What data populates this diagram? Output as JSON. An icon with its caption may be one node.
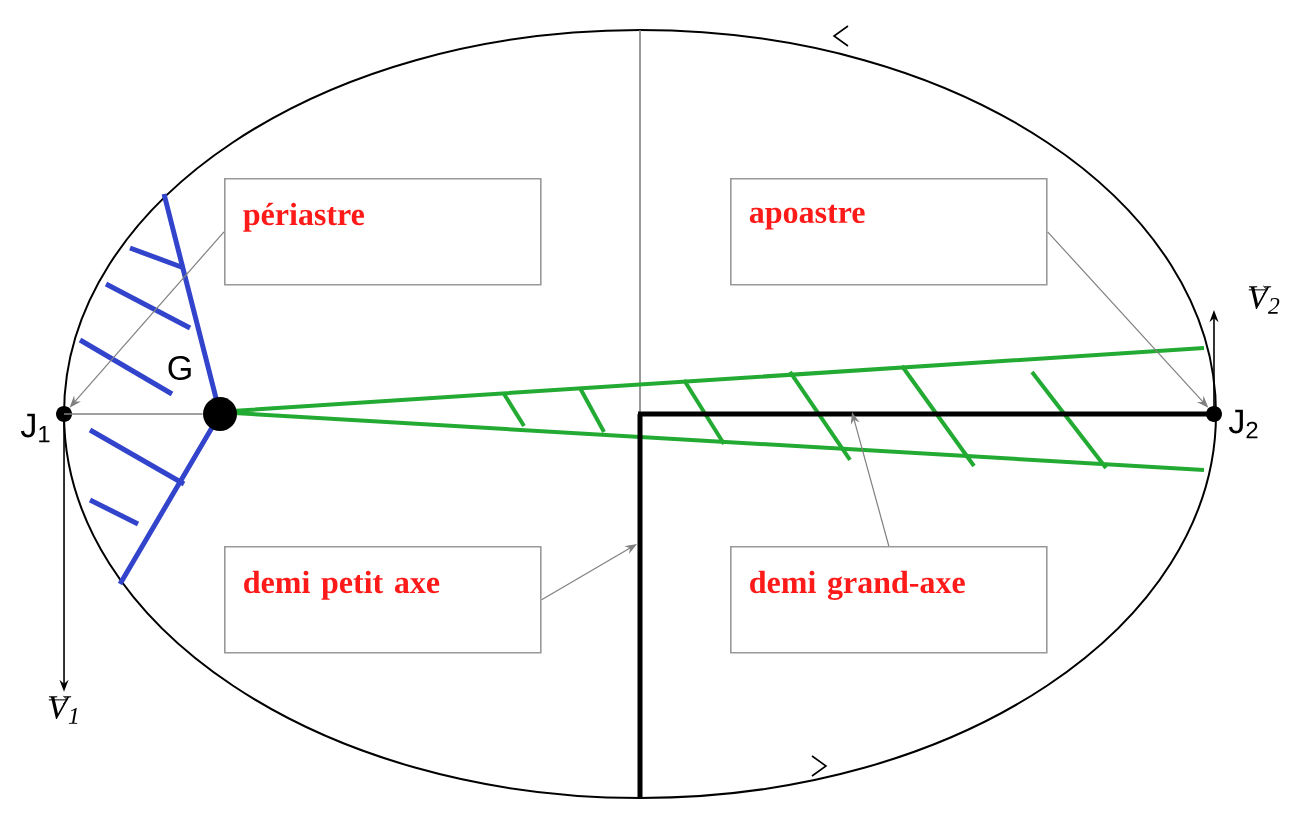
{
  "diagram": {
    "nodes": [
      {
        "text": [
          "périastre"
        ]
      },
      {
        "text": [
          "apoastre"
        ]
      },
      {
        "text": [
          "demi petit  axe"
        ]
      },
      {
        "text": [
          "demi grand-axe"
        ]
      },
      {
        "text": [],
        "shape": "circle",
        "beside": [
          "J$_{1}$"
        ]
      },
      {
        "text": [],
        "shape": "circle",
        "beside": [
          "J$_{2}$"
        ]
      },
      {
        "text": [
          "V$_{1}$"
        ]
      },
      {
        "text": [
          "V$_{2}$"
        ]
      },
      {
        "text": [],
        "shape": "circle",
        "beside": [
          "G"
        ]
      },
      {
        "text": [],
        "shape": "bar"
      },
      {
        "text": [],
        "shape": "bar"
      }
    ],
    "edges": [
      {
        "from": 0,
        "to": 4,
        "arrow": "to"
      },
      {
        "from": 1,
        "to": 5,
        "arrow": "to"
      },
      {
        "from": 2,
        "to": 9,
        "arrow": "to"
      },
      {
        "from": 3,
        "to": 10,
        "arrow": "to"
      },
      {
        "from": 4,
        "to": 6,
        "arrow": "to",
        "color": "#000000"
      },
      {
        "from": 5,
        "to": 7,
        "arrow": "to",
        "color": "#000000"
      },
      {
        "from": 4,
        "to": 8,
        "arrow": "none"
      }
    ]
  }
}
